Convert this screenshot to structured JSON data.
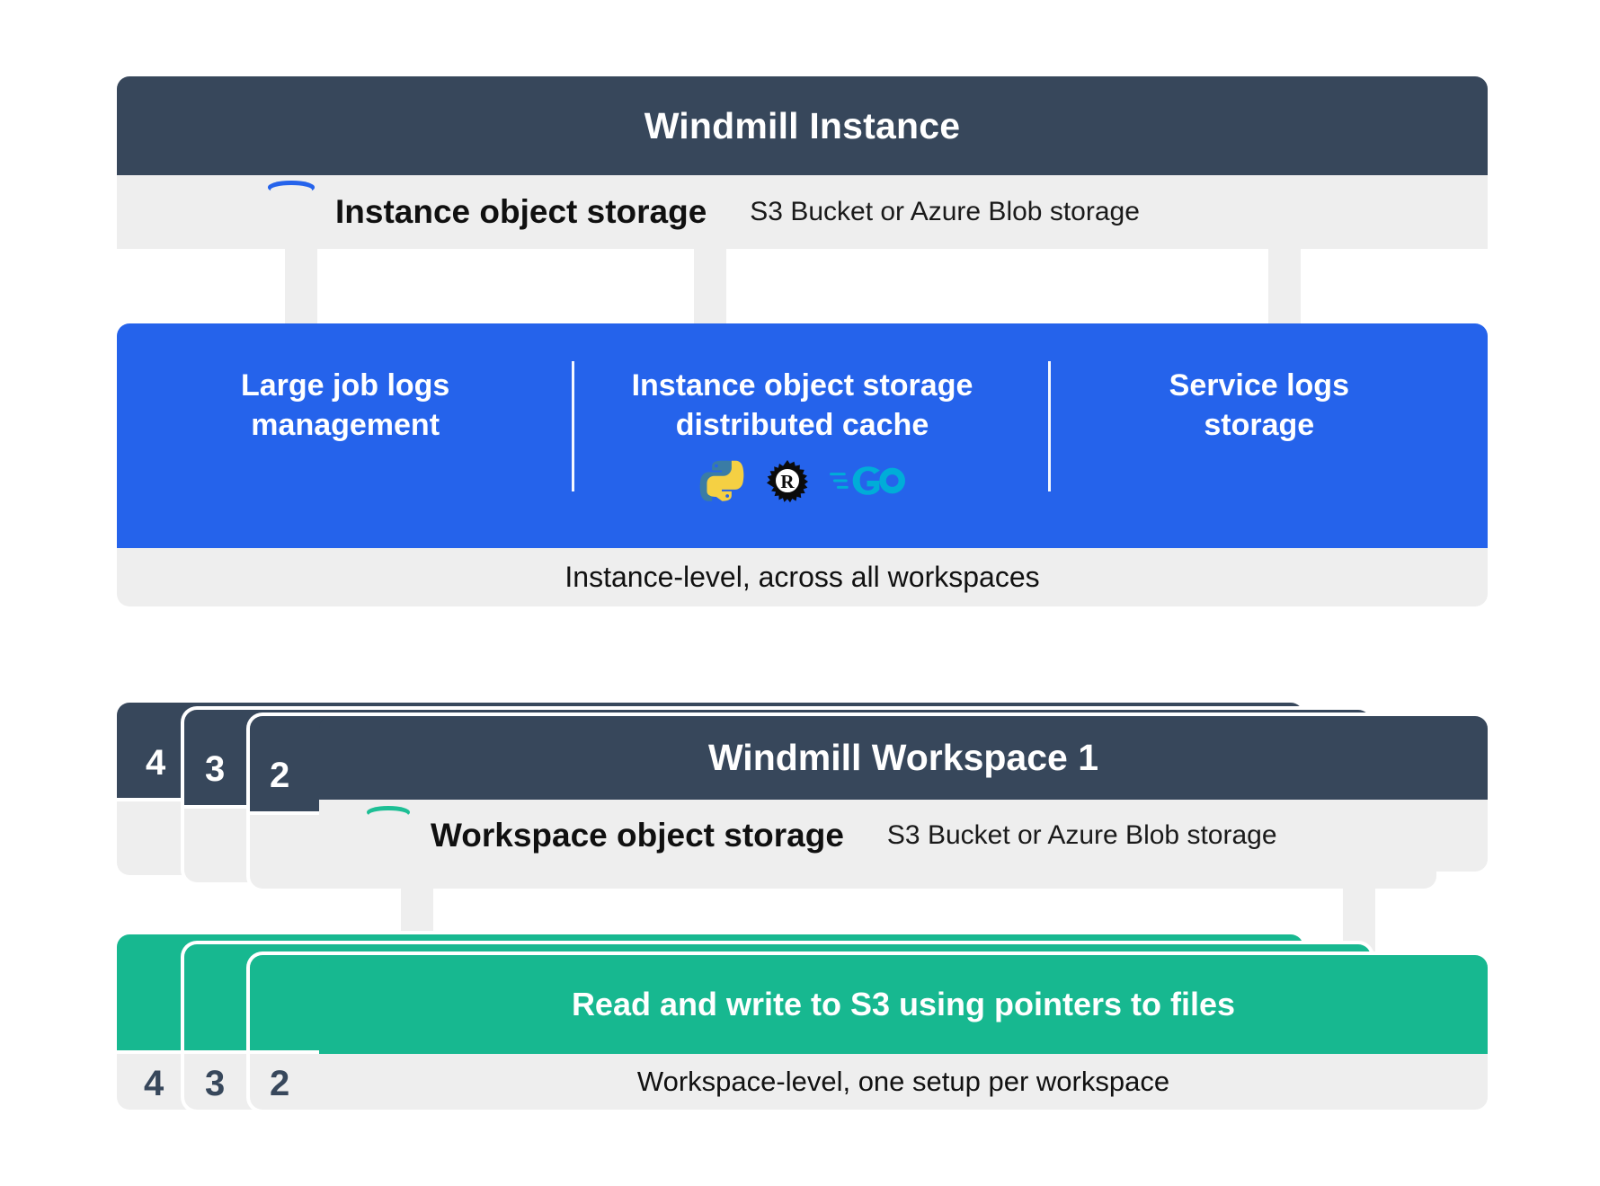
{
  "instance": {
    "title": "Windmill Instance",
    "storage_label": "Instance object storage",
    "storage_note": "S3 Bucket or Azure Blob storage",
    "bucket_icon": "bucket-icon",
    "bucket_color": "#2563eb",
    "panel_color": "#2563eb",
    "columns": [
      {
        "label": "Large job logs\nmanagement"
      },
      {
        "label": "Instance object storage\ndistributed cache"
      },
      {
        "label": "Service logs\nstorage"
      }
    ],
    "languages": [
      {
        "name": "python-icon",
        "color": "#ffd343"
      },
      {
        "name": "rust-icon",
        "color": "#000000"
      },
      {
        "name": "go-icon",
        "color": "#00add8"
      }
    ],
    "footer": "Instance-level, across all workspaces"
  },
  "workspace": {
    "title": "Windmill Workspace 1",
    "stack_numbers": [
      "4",
      "3",
      "2"
    ],
    "storage_label": "Workspace object storage",
    "storage_note": "S3 Bucket or Azure Blob storage",
    "bucket_icon": "bucket-icon",
    "bucket_color": "#1dbf95",
    "panel_color": "#17b890",
    "panel_label": "Read and write to S3 using pointers to files",
    "green_stack_numbers": [
      "4",
      "3",
      "2"
    ],
    "footer": "Workspace-level, one setup per workspace"
  },
  "theme": {
    "header_color": "#37475b",
    "subtle_color": "#eeeeee",
    "background": "#ffffff"
  }
}
